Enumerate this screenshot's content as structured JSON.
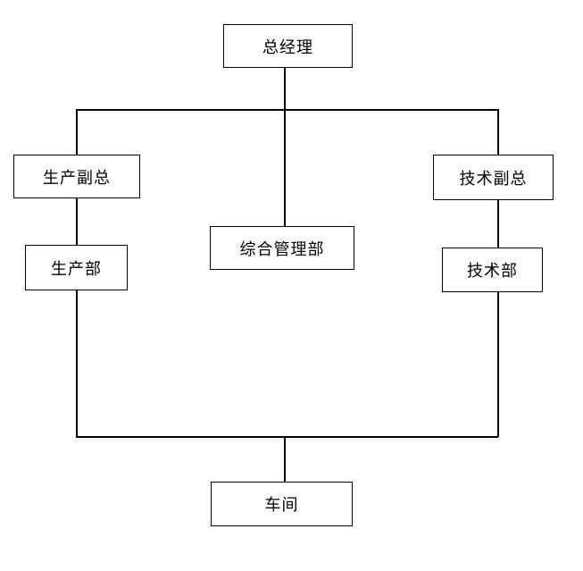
{
  "diagram": {
    "type": "org-chart",
    "nodes": {
      "general_manager": {
        "label": "总经理"
      },
      "production_vp": {
        "label": "生产副总"
      },
      "technical_vp": {
        "label": "技术副总"
      },
      "admin_dept": {
        "label": "综合管理部"
      },
      "production_dept": {
        "label": "生产部"
      },
      "technical_dept": {
        "label": "技术部"
      },
      "workshop": {
        "label": "车间"
      }
    },
    "edges": [
      {
        "from": "general_manager",
        "to": "production_vp"
      },
      {
        "from": "general_manager",
        "to": "admin_dept"
      },
      {
        "from": "general_manager",
        "to": "technical_vp"
      },
      {
        "from": "production_vp",
        "to": "production_dept"
      },
      {
        "from": "technical_vp",
        "to": "technical_dept"
      },
      {
        "from": "production_dept",
        "to": "workshop"
      },
      {
        "from": "technical_dept",
        "to": "workshop"
      }
    ],
    "colors": {
      "background": "#ffffff",
      "line": "#000000",
      "box_border": "#000000",
      "text": "#000000"
    }
  }
}
